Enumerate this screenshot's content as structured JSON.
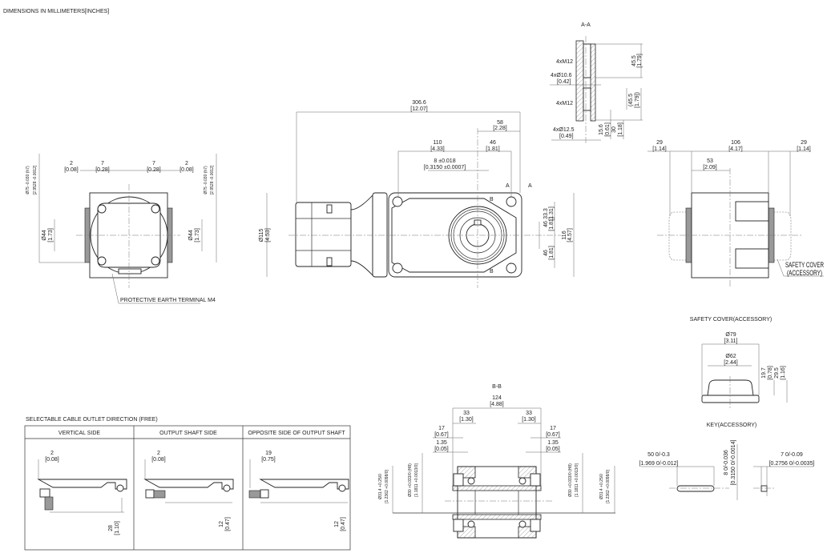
{
  "header": {
    "units_note": "DIMENSIONS IN MILLIMETERS[INCHES]"
  },
  "side_view": {
    "dim_top": [
      {
        "mm": "2",
        "in": "[0.08]"
      },
      {
        "mm": "7",
        "in": "[0.28]"
      },
      {
        "mm": "7",
        "in": "[0.28]"
      },
      {
        "mm": "2",
        "in": "[0.08]"
      }
    ],
    "dia75_left": "Ø75 -0.030 (h7)",
    "dia75_left_in": "[2.9528 -0.0012]",
    "dia44_left": "Ø44",
    "dia44_left_in": "[1.73]",
    "dia75_right": "Ø75 -0.030 (h7)",
    "dia75_right_in": "[2.9528 -0.0012]",
    "dia44_right": "Ø44",
    "dia44_right_in": "[1.73]",
    "earth_label": "PROTECTIVE EARTH TERMINAL M4"
  },
  "front_view": {
    "overall": {
      "mm": "306.6",
      "in": "[12.07]"
    },
    "d58": {
      "mm": "58",
      "in": "[2.28]"
    },
    "d110": {
      "mm": "110",
      "in": "[4.33]"
    },
    "d46": {
      "mm": "46",
      "in": "[1.81]"
    },
    "key8": {
      "mm": "8 ±0.018",
      "in": "[0.3150 ±0.0007]"
    },
    "dia115": {
      "mm": "Ø115",
      "in": "[4.53]"
    },
    "d33_3": {
      "mm": "33.3",
      "in": "[1.31]"
    },
    "d46a": {
      "mm": "46",
      "in": "[1.81]"
    },
    "d46b": {
      "mm": "46",
      "in": "[1.81]"
    },
    "d116": {
      "mm": "116",
      "in": "[4.57]"
    },
    "section_a": "A",
    "section_b": "B"
  },
  "section_aa": {
    "title": "A-A",
    "m12_top": "4xM12",
    "hole106": "4xØ10.6",
    "hole106_in": "[0.42]",
    "m12_bottom": "4xM12",
    "hole125": "4xØ12.5",
    "hole125_in": "[0.49]",
    "d45_5": {
      "mm": "45.5",
      "in": "[1.79]"
    },
    "d45_5_ref": {
      "mm": "(45.5",
      "in": "[1.79])"
    },
    "d15_6": {
      "mm": "15.6",
      "in": "[0.61]"
    },
    "d30": {
      "mm": "30",
      "in": "[1.18]"
    }
  },
  "right_view": {
    "d29_left": {
      "mm": "29",
      "in": "[1.14]"
    },
    "d106": {
      "mm": "106",
      "in": "[4.17]"
    },
    "d29_right": {
      "mm": "29",
      "in": "[1.14]"
    },
    "d53": {
      "mm": "53",
      "in": "[2.09]"
    },
    "cover_label": "SAFETY COVER",
    "cover_label2": "(ACCESSORY)"
  },
  "safety_cover": {
    "title": "SAFETY COVER(ACCESSORY)",
    "dia79": {
      "mm": "Ø79",
      "in": "[3.11]"
    },
    "dia62": {
      "mm": "Ø62",
      "in": "[2.44]"
    },
    "h19_7": {
      "mm": "19.7",
      "in": "[0.78]"
    },
    "h29_5": {
      "mm": "29.5",
      "in": "[1.16]"
    }
  },
  "key": {
    "title": "KEY(ACCESSORY)",
    "length": {
      "mm": "50 0/-0.3",
      "in": "[1.969 0/-0.012]"
    },
    "height": {
      "mm": "8 0/-0.036",
      "in": "[0.3150 0/-0.0014]"
    },
    "width": {
      "mm": "7 0/-0.09",
      "in": "[0.2756 0/-0.0035]"
    }
  },
  "cable_table": {
    "title": "SELECTABLE CABLE OUTLET DIRECTION (FREE)",
    "columns": [
      {
        "header": "VERTICAL SIDE",
        "dim_top": {
          "mm": "2",
          "in": "[0.08]"
        },
        "dim_side": {
          "mm": "28",
          "in": "[1.10]"
        }
      },
      {
        "header": "OUTPUT SHAFT SIDE",
        "dim_top": {
          "mm": "2",
          "in": "[0.08]"
        },
        "dim_side": {
          "mm": "12",
          "in": "[0.47]"
        }
      },
      {
        "header": "OPPOSITE SIDE OF OUTPUT SHAFT",
        "dim_top": {
          "mm": "19",
          "in": "[0.75]"
        },
        "dim_side": {
          "mm": "12",
          "in": "[0.47]"
        }
      }
    ]
  },
  "section_bb": {
    "title": "B-B",
    "d124": {
      "mm": "124",
      "in": "[4.88]"
    },
    "d33_left": {
      "mm": "33",
      "in": "[1.30]"
    },
    "d33_right": {
      "mm": "33",
      "in": "[1.30]"
    },
    "d17_left": {
      "mm": "17",
      "in": "[0.67]"
    },
    "d17_right": {
      "mm": "17",
      "in": "[0.67]"
    },
    "d135_left": {
      "mm": "1.35",
      "in": "[0.05]"
    },
    "d135_right": {
      "mm": "1.35",
      "in": "[0.05]"
    },
    "dia314_left": {
      "mm": "Ø31.4 +0.25/0",
      "in": "[1.2362 +0.0098/0]"
    },
    "dia30_left": {
      "mm": "Ø30 +0.033/0 (H8)",
      "in": "[1.1811 +0.0013/0]"
    },
    "dia30_right": {
      "mm": "Ø30 +0.033/0 (H8)",
      "in": "[1.1811 +0.0013/0]"
    },
    "dia314_right": {
      "mm": "Ø31.4 +0.25/0",
      "in": "[1.2362 +0.0098/0]"
    }
  }
}
